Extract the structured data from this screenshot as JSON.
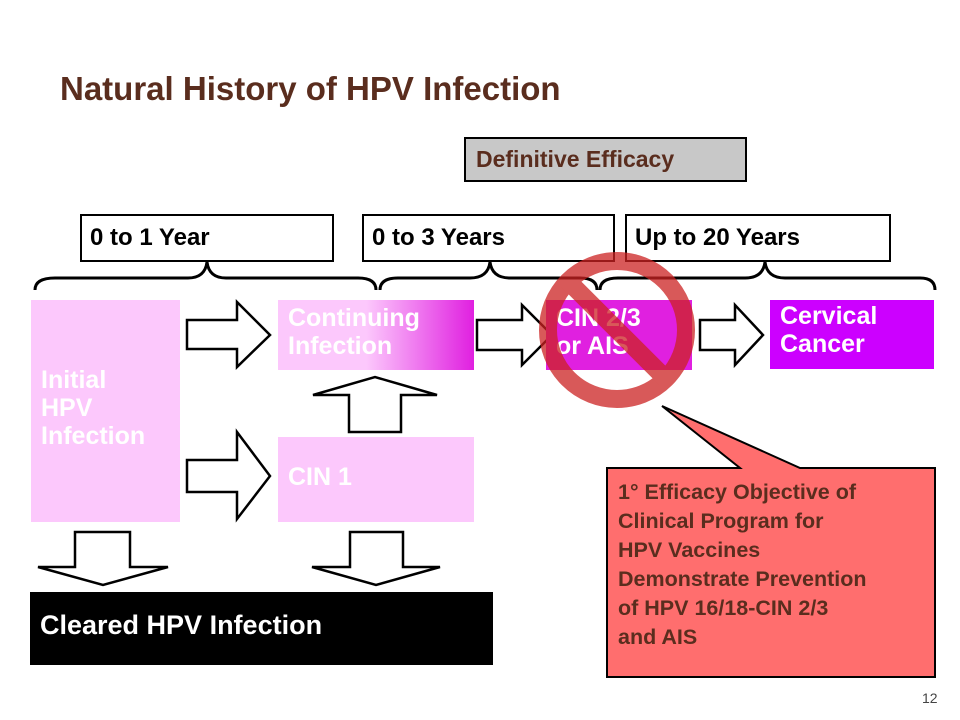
{
  "slide": {
    "title": "Natural History of HPV Infection",
    "page_number": "12"
  },
  "efficacy_label": "Definitive Efficacy",
  "periods": [
    "0 to 1 Year",
    "0 to 3 Years",
    "Up to 20 Years"
  ],
  "stages": {
    "initial": "Initial\nHPV\nInfection",
    "continuing": "Continuing\nInfection",
    "cin1": "CIN 1",
    "cin23": "CIN 2/3\nor AIS",
    "cervical": "Cervical\nCancer",
    "cleared": "Cleared HPV Infection"
  },
  "callout": "1° Efficacy Objective of\nClinical Program for\nHPV Vaccines\nDemonstrate Prevention\nof HPV 16/18-CIN 2/3\nand AIS",
  "colors": {
    "title": "#5a2d1e",
    "light_pink": "#fcc8fc",
    "magenta": "#e020e0",
    "purple": "#cc00ff",
    "callout_fill": "#ff6e6e",
    "prohibition": "#cc2222"
  }
}
